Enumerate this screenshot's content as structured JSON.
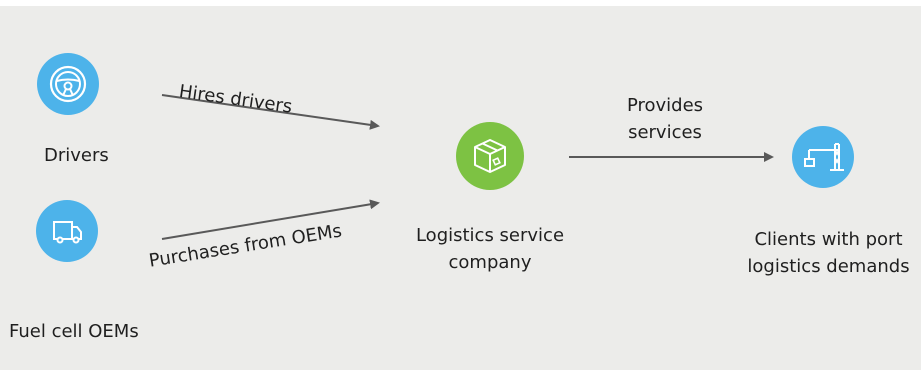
{
  "nodes": {
    "drivers": {
      "label": "Drivers",
      "icon": "steering-wheel-icon"
    },
    "fuel_cell_oems": {
      "label": "Fuel cell OEMs",
      "icon": "truck-icon"
    },
    "logistics": {
      "line1": "Logistics service",
      "line2": "company",
      "icon": "package-box-icon"
    },
    "clients": {
      "line1": "Clients with port",
      "line2": "logistics demands",
      "icon": "port-crane-icon"
    }
  },
  "edges": {
    "hires": {
      "label": "Hires drivers"
    },
    "purchases": {
      "label": "Purchases from OEMs"
    },
    "provides": {
      "line1": "Provides",
      "line2": "services"
    }
  },
  "colors": {
    "background": "#ececea",
    "node_blue": "#4db3ea",
    "node_green": "#7dc243",
    "arrow": "#595959",
    "text": "#1f1f1f"
  }
}
